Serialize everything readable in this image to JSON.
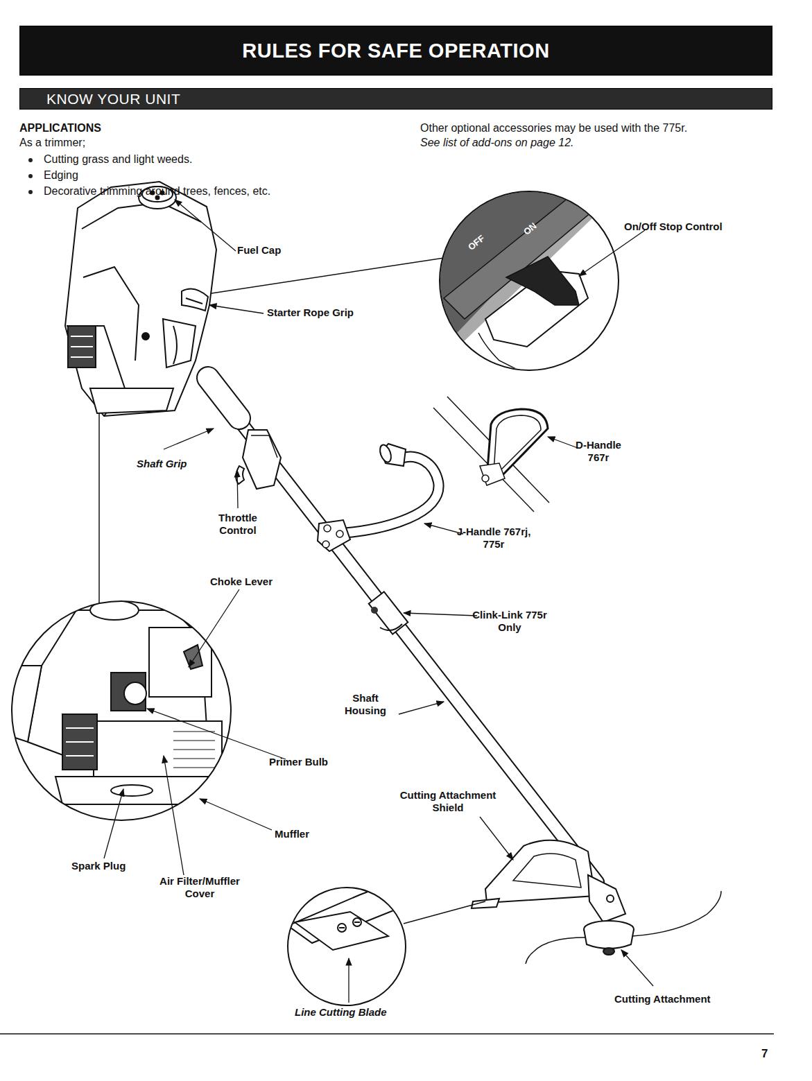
{
  "diagram": {
    "nodes": [
      {
        "text": [
          "RULES FOR SAFE OPERATION"
        ]
      },
      {
        "text": [
          "KNOW YOUR UNIT"
        ]
      }
    ],
    "labels": [
      "APPLICATIONS",
      "As a trimmer;",
      "Cutting grass and light weeds.",
      "Edging",
      "Decorative trimming around trees, fences, etc.",
      "Other optional accessories may be used with the 775r.",
      "See list of add-ons on page 12.",
      "Fuel Cap",
      "Starter Rope Grip",
      "On/Off Stop Control",
      "OFF",
      "ON",
      "Shaft Grip",
      "Throttle Control",
      "D-Handle 767r",
      "J-Handle 767rj, 775r",
      "Choke Lever",
      "Clink-Link 775r Only",
      "Shaft Housing",
      "Primer Bulb",
      "Cutting Attachment Shield",
      "Muffler",
      "Spark Plug",
      "Air Filter/Muffler Cover",
      "Line Cutting Blade",
      "Cutting Attachment",
      "7"
    ]
  }
}
